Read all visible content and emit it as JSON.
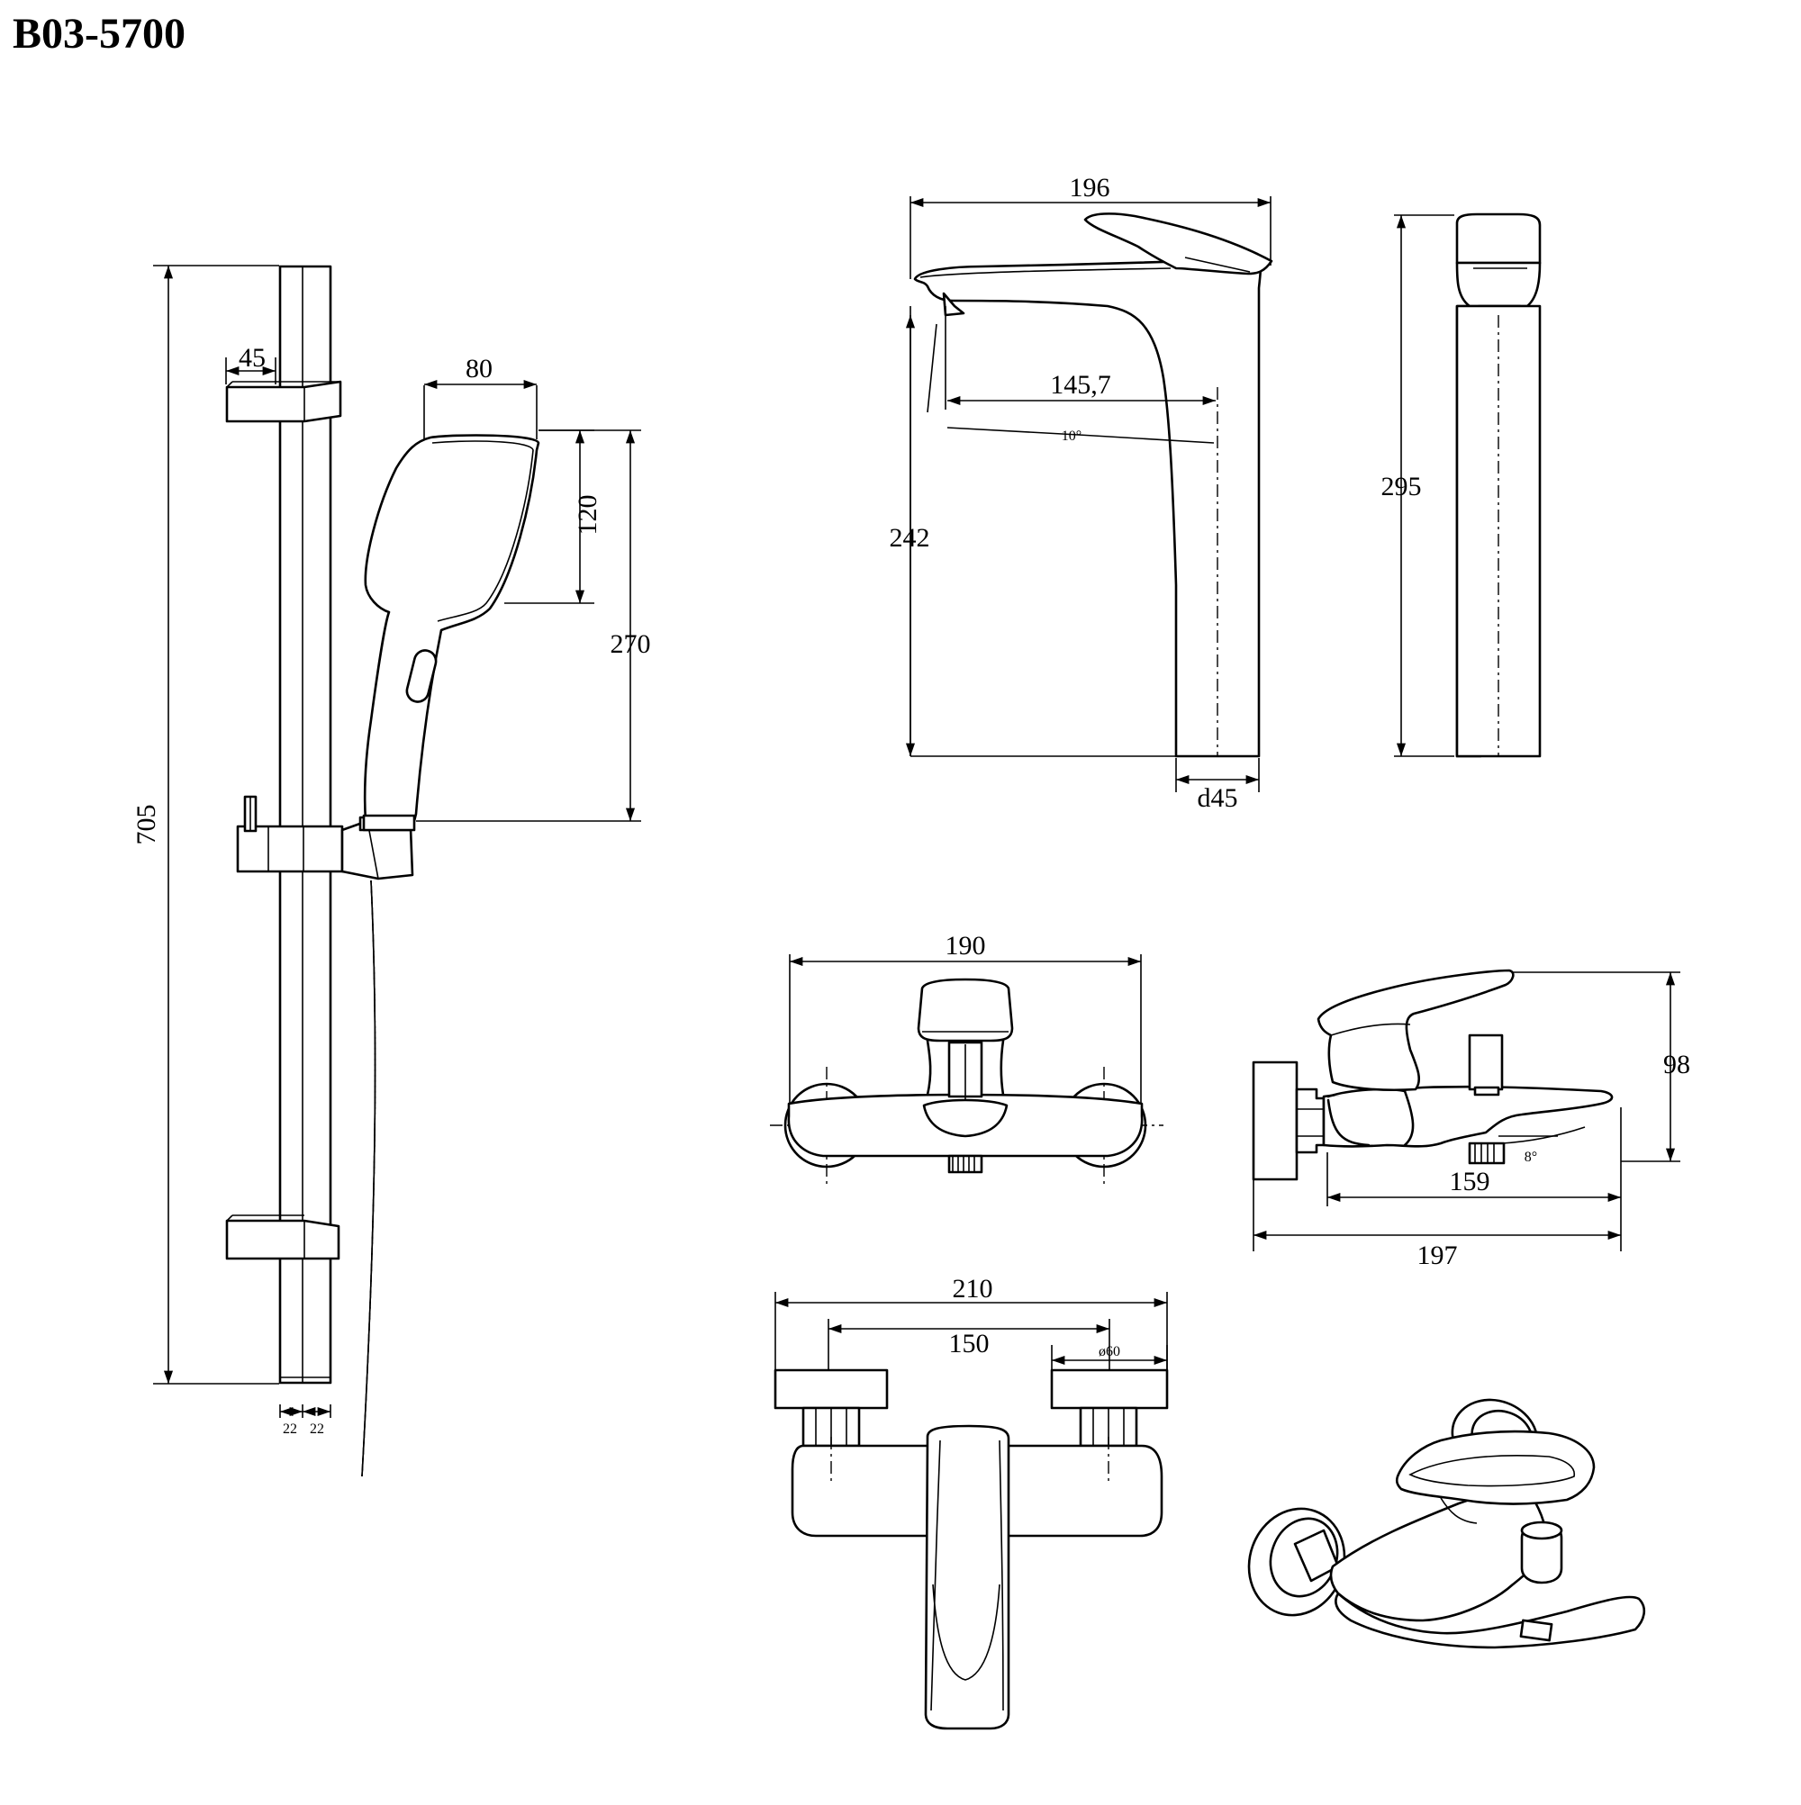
{
  "model": "B03-5700",
  "shower_set": {
    "rail_height": "705",
    "bracket_width": "45",
    "head_width": "80",
    "head_face_height": "120",
    "handshower_length": "270",
    "rail_w_left": "22",
    "rail_w_right": "22"
  },
  "basin_mixer": {
    "width": "196",
    "spout_reach": "145,7",
    "angle": "10°",
    "spout_height": "242",
    "total_height": "295",
    "base_dia": "d45"
  },
  "bath_mixer": {
    "front_width": "190",
    "height": "98",
    "side_inner": "159",
    "side_total": "197",
    "angle": "8°",
    "top_width": "210",
    "centers": "150",
    "flange_dia": "ø60"
  }
}
